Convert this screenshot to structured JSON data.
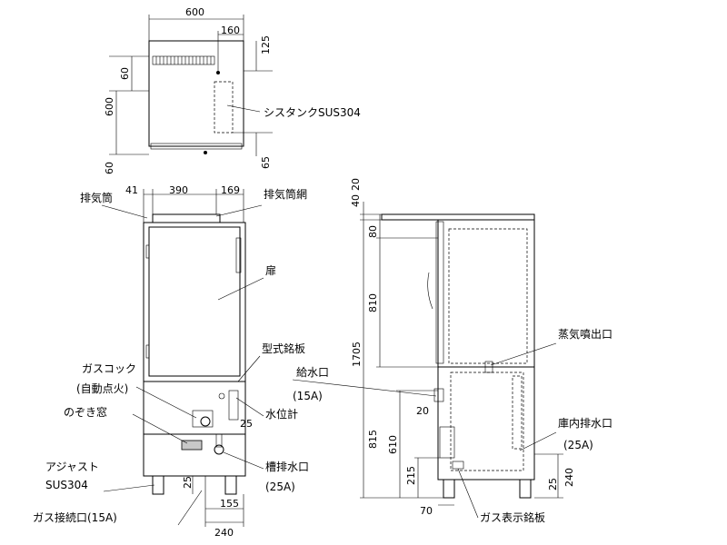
{
  "dimensions": {
    "top_width": "600",
    "top_offset": "160",
    "top_depth": "125",
    "top_60": "60",
    "top_600": "600",
    "top_foot": "60",
    "top_65": "65",
    "front_41": "41",
    "front_390": "390",
    "front_169": "169",
    "front_25a": "25",
    "front_25b": "25",
    "front_155": "155",
    "front_240": "240",
    "side_40": "40",
    "side_20": "20",
    "side_80": "80",
    "side_810": "810",
    "side_1705": "1705",
    "side_20b": "20",
    "side_815": "815",
    "side_610": "610",
    "side_215": "215",
    "side_70": "70",
    "side_25": "25",
    "side_240": "240"
  },
  "labels": {
    "cistern_tank": "シスタンクSUS304",
    "exhaust_pipe": "排気筒",
    "exhaust_net": "排気筒網",
    "door": "扉",
    "model_plate": "型式銘板",
    "gas_cock": "ガスコック",
    "auto_ignition": "(自動点火)",
    "water_inlet": "給水口",
    "water_inlet_size": "(15A)",
    "peep_window": "のぞき窓",
    "water_gauge": "水位計",
    "adjuster": "アジャスト",
    "adjuster_material": "SUS304",
    "tank_drain": "槽排水口",
    "tank_drain_size": "(25A)",
    "gas_connection": "ガス接続口(15A)",
    "steam_outlet": "蒸気噴出口",
    "chamber_drain": "庫内排水口",
    "chamber_drain_size": "(25A)",
    "gas_display_plate": "ガス表示銘板"
  }
}
